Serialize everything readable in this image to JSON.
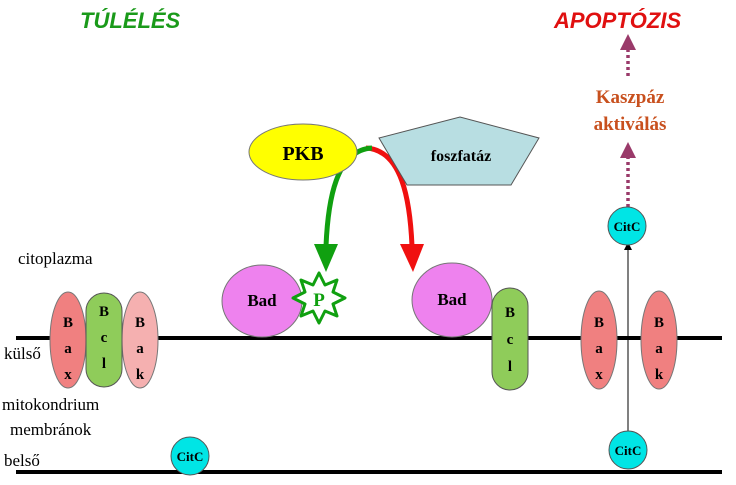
{
  "headings": {
    "survival": "TÚLÉLÉS",
    "apoptosis": "APOPTÓZIS",
    "caspase_line1": "Kaszpáz",
    "caspase_line2": "aktiválás"
  },
  "labels": {
    "cytoplasm": "citoplazma",
    "outer": "külső",
    "mito_line1": "mitokondrium",
    "mito_line2": "membránok",
    "inner": "belső"
  },
  "proteins": {
    "pkb": "PKB",
    "phosphatase": "foszfatáz",
    "bad": "Bad",
    "phospho": "P",
    "citc": "CitC",
    "bax_letters": [
      "B",
      "a",
      "x"
    ],
    "bcl_letters": [
      "B",
      "c",
      "l"
    ],
    "bak_letters": [
      "B",
      "a",
      "k"
    ]
  },
  "colors": {
    "survival_green": "#1a9a1a",
    "apoptosis_red": "#e01010",
    "caspase_orange": "#c8501e",
    "pkb_yellow": "#ffff00",
    "phosphatase_blue": "#b8dee2",
    "bad_pink": "#ee82ee",
    "bax_red": "#f08080",
    "bak_pink": "#f5b0b0",
    "bcl_green": "#8fcc5a",
    "citc_cyan": "#00e5e5",
    "dotted_arrow": "#9a3a6a"
  }
}
